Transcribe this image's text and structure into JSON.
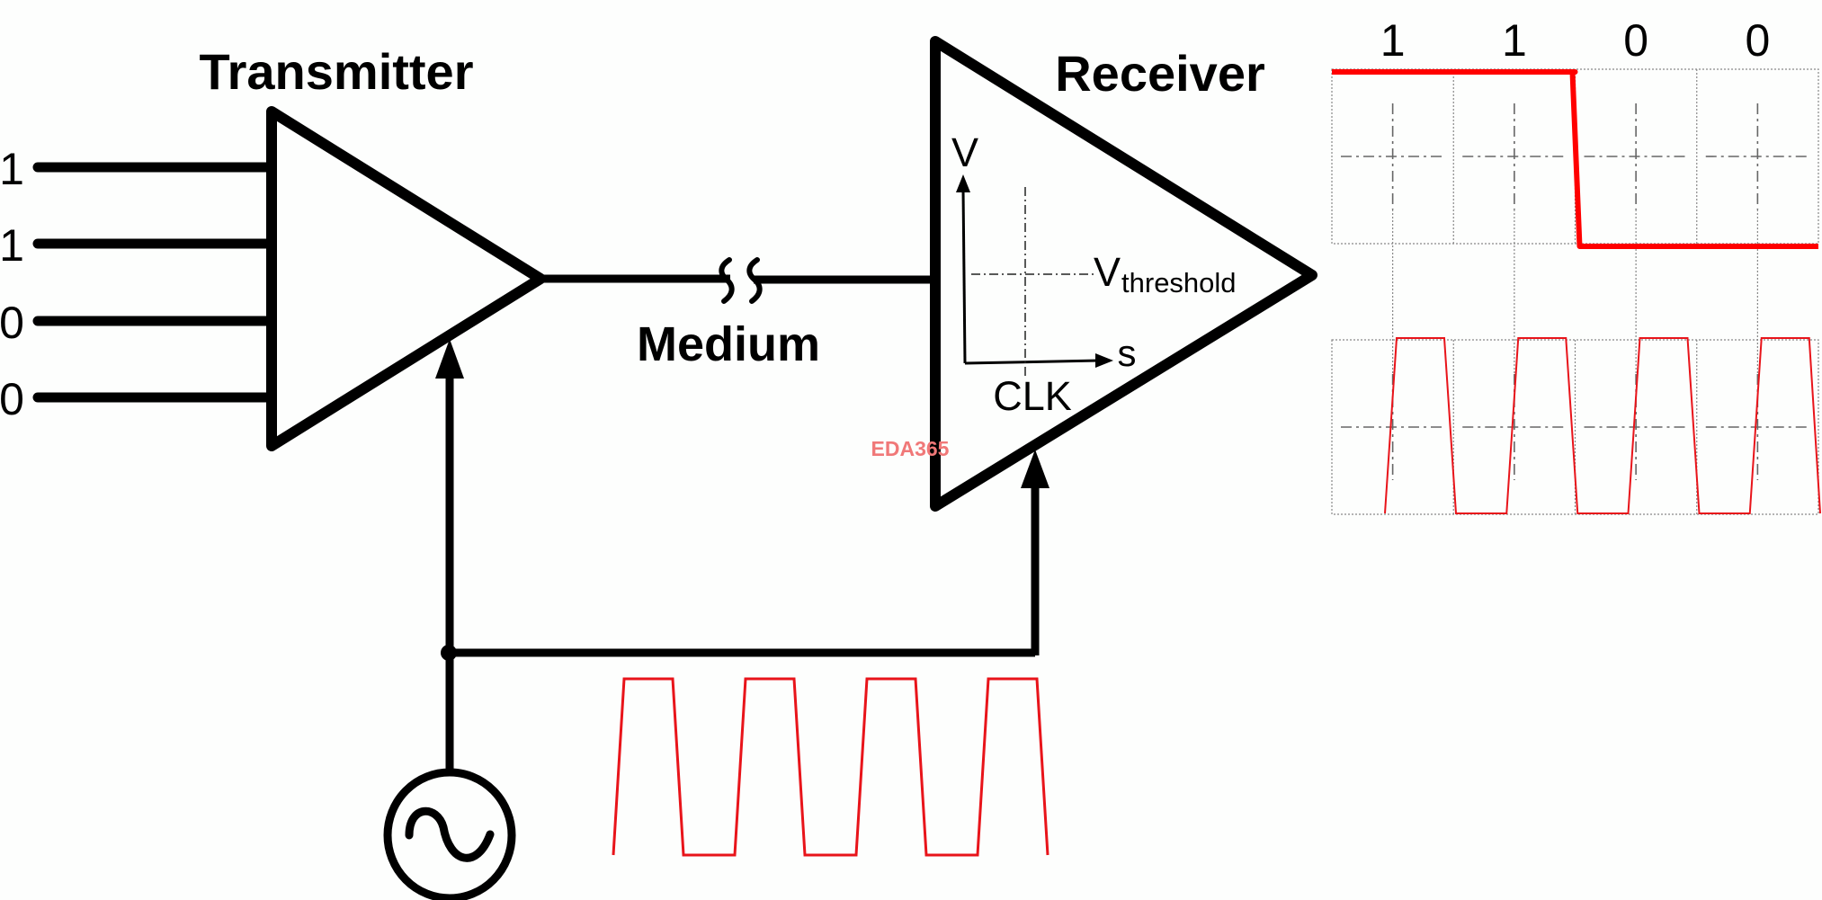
{
  "colors": {
    "line": "#000000",
    "signal": "#ff0000",
    "clock_wave": "#e8141a",
    "grid": "#888888",
    "watermark": "#f07878"
  },
  "transmitter": {
    "title": "Transmitter",
    "inputs": [
      "1",
      "1",
      "0",
      "0"
    ]
  },
  "medium": {
    "title": "Medium",
    "break_symbol": "break-icon"
  },
  "receiver": {
    "title": "Receiver",
    "y_axis_label": "V",
    "x_axis_label": "s",
    "threshold_label": "V",
    "threshold_subscript": "threshold",
    "clock_label": "CLK"
  },
  "clock_source": {
    "icon": "ac-source-icon",
    "cycles": 4
  },
  "output_timing": {
    "bits": [
      "1",
      "1",
      "0",
      "0"
    ],
    "data_levels": [
      1,
      1,
      0,
      0
    ],
    "clock_cycles": 4
  },
  "watermark": "EDA365"
}
